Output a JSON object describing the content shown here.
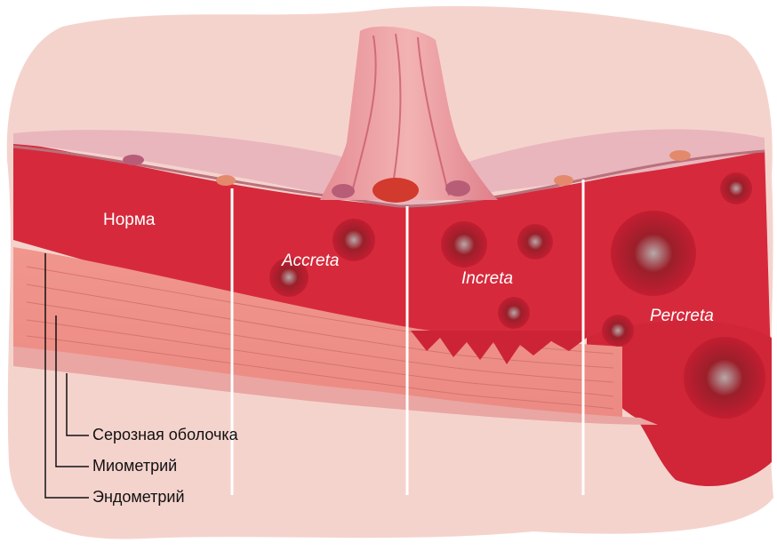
{
  "regions": {
    "normal": "Норма",
    "accreta": "Accreta",
    "increta": "Increta",
    "percreta": "Percreta"
  },
  "layers": {
    "serosa": "Серозная оболочка",
    "myometrium": "Миометрий",
    "endometrium": "Эндометрий"
  },
  "colors": {
    "background_wash": "#f2c6c0",
    "placenta_red": "#d8283a",
    "muscle_pink": "#ef8f86",
    "serosa_pink": "#e8a8a8",
    "divider_white": "#ffffff",
    "leader_black": "#111111"
  }
}
